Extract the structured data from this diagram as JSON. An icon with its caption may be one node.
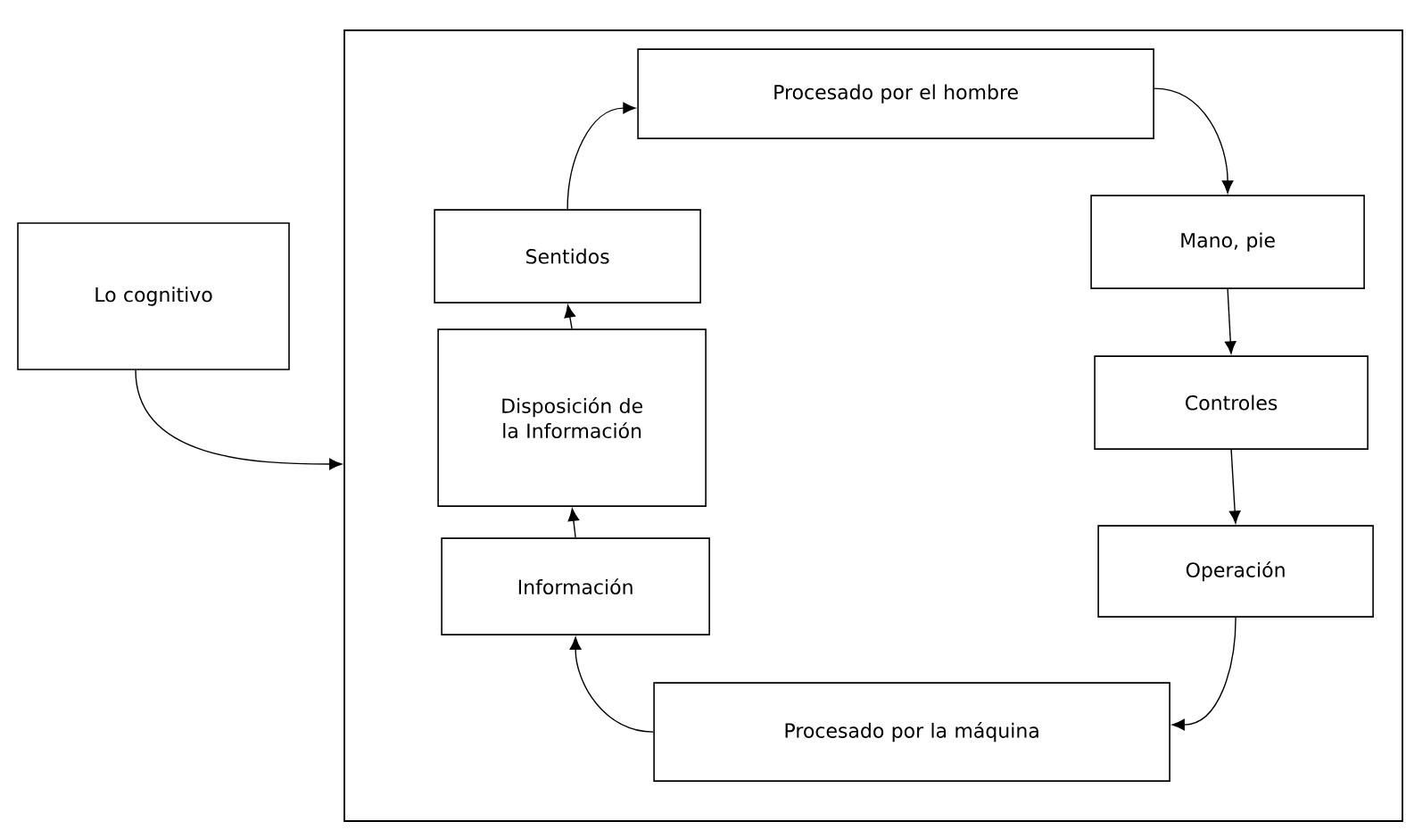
{
  "diagram": {
    "nodes": [
      {
        "text": [
          "Lo cognitivo"
        ]
      },
      {
        "text": [],
        "shape": "box"
      },
      {
        "text": [
          "Procesado por el hombre"
        ],
        "in": 1
      },
      {
        "text": [
          "Sentidos"
        ],
        "in": 1
      },
      {
        "text": [
          "Mano, pie"
        ],
        "in": 1
      },
      {
        "text": [
          "Disposición de la Información"
        ],
        "in": 1
      },
      {
        "text": [
          "Controles"
        ],
        "in": 1
      },
      {
        "text": [
          "Operación"
        ],
        "in": 1
      },
      {
        "text": [
          "Información"
        ],
        "in": 1
      },
      {
        "text": [
          "Procesado por la máquina"
        ],
        "in": 1
      }
    ],
    "edges": [
      {
        "from": 0,
        "to": 1,
        "arrow": "to"
      },
      {
        "from": 3,
        "to": 2,
        "arrow": "to"
      },
      {
        "from": 2,
        "to": 4,
        "arrow": "to"
      },
      {
        "from": 4,
        "to": 6,
        "arrow": "to"
      },
      {
        "from": 6,
        "to": 7,
        "arrow": "to"
      },
      {
        "from": 7,
        "to": 9,
        "arrow": "to"
      },
      {
        "from": 9,
        "to": 8,
        "arrow": "to"
      },
      {
        "from": 8,
        "to": 5,
        "arrow": "to"
      },
      {
        "from": 5,
        "to": 3,
        "arrow": "to"
      }
    ]
  }
}
